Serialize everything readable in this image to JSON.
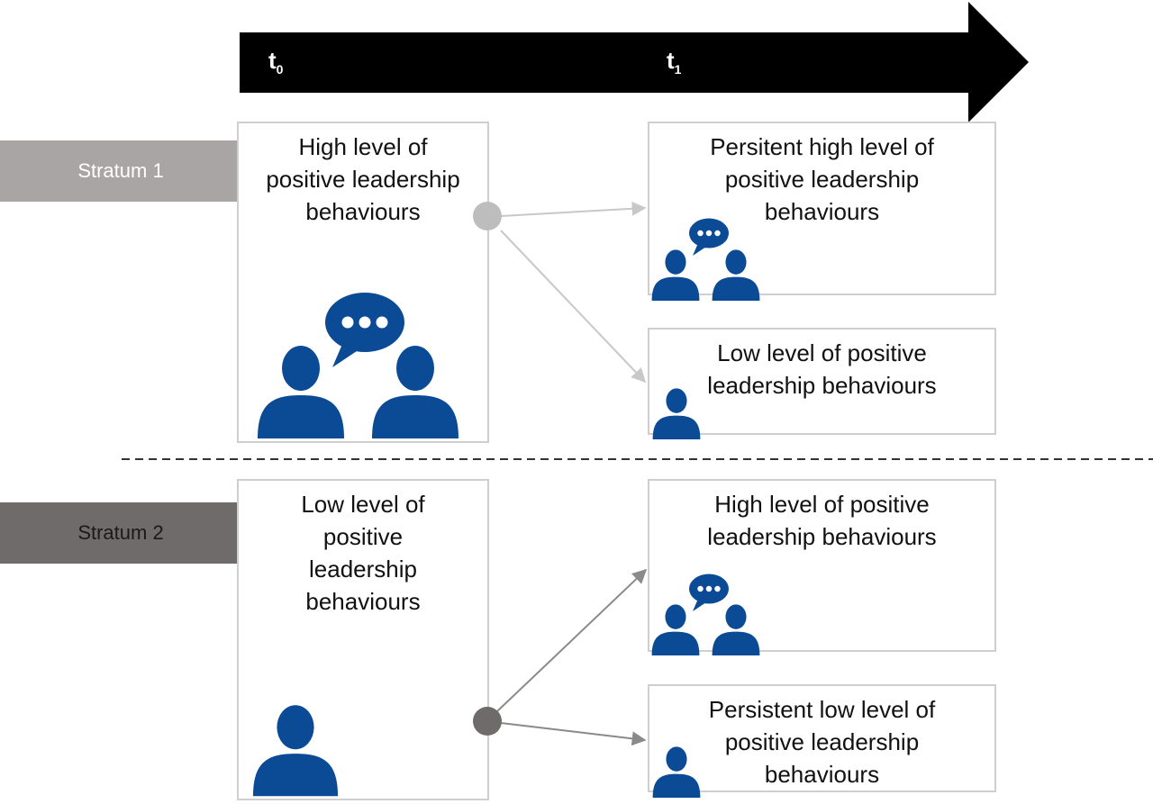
{
  "timeline": {
    "t0_main": "t",
    "t0_sub": "0",
    "t1_main": "t",
    "t1_sub": "1",
    "color": "#000000"
  },
  "strata": [
    {
      "label": "Stratum 1",
      "bg": "#a8a5a4",
      "text_color": "#ffffff"
    },
    {
      "label": "Stratum 2",
      "bg": "#6f6b6a",
      "text_color": "#1a1a1a"
    }
  ],
  "boxes": {
    "s1_t0": "High level of\npositive leadership\nbehaviours",
    "s1_t1_a": "Persitent high level of\npositive leadership\nbehaviours",
    "s1_t1_b": "Low level of positive\nleadership behaviours",
    "s2_t0": "Low level of\npositive\nleadership\nbehaviours",
    "s2_t1_a": "High level of positive\nleadership behaviours",
    "s2_t1_b": "Persistent low level of\npositive leadership\nbehaviours"
  },
  "colors": {
    "icon": "#0b4a94",
    "node_s1": "#bdbdbd",
    "node_s2": "#6f6b6a",
    "connector_s1": "#c8c8c8",
    "connector_s2": "#8a8a8a",
    "divider": "#333333"
  },
  "icons": [
    "person-icon",
    "speech-bubble-icon"
  ]
}
